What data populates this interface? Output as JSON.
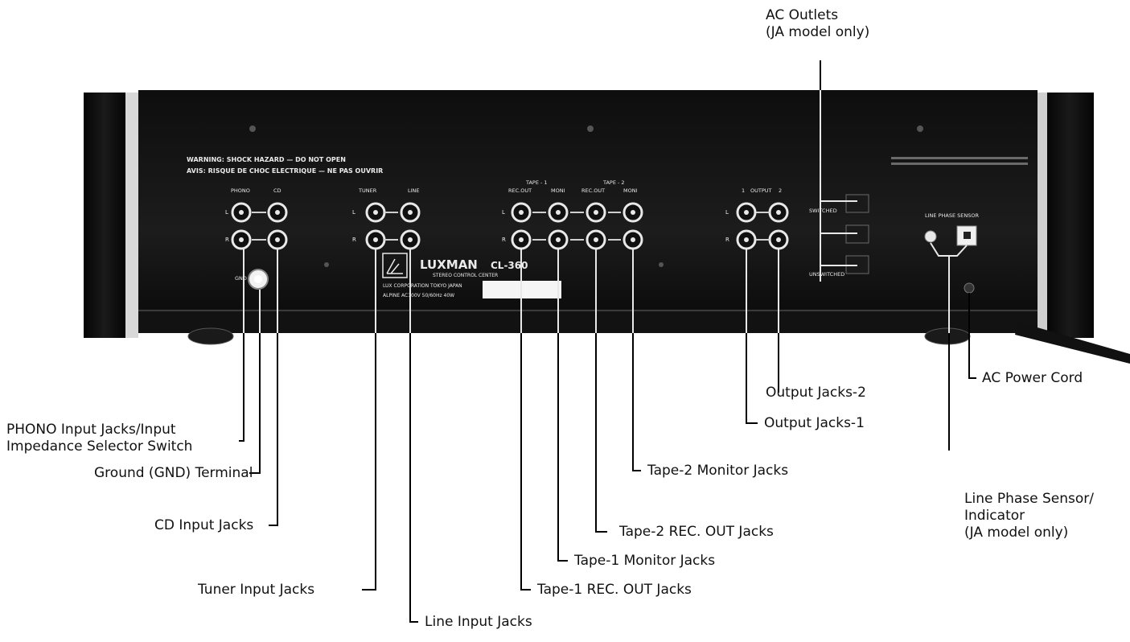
{
  "diagram": {
    "callouts": {
      "ac_outlets": [
        "AC Outlets",
        "(JA model only)"
      ],
      "output_jacks_2": "Output Jacks-2",
      "output_jacks_1": "Output Jacks-1",
      "ac_power_cord": "AC Power Cord",
      "phono": [
        "PHONO Input Jacks/Input",
        "Impedance Selector Switch"
      ],
      "ground": "Ground (GND) Terminal",
      "cd": "CD Input Jacks",
      "tuner": "Tuner Input Jacks",
      "line": "Line Input Jacks",
      "tape1_rec": "Tape-1 REC. OUT Jacks",
      "tape1_monitor": "Tape-1 Monitor Jacks",
      "tape2_rec": "Tape-2 REC. OUT Jacks",
      "tape2_monitor": "Tape-2 Monitor Jacks",
      "line_phase_sensor": [
        "Line Phase Sensor/",
        "Indicator",
        "(JA model only)"
      ]
    },
    "panel": {
      "warning_line1": "WARNING: SHOCK HAZARD — DO NOT OPEN",
      "warning_line2": "AVIS: RISQUE DE CHOC ELECTRIQUE — NE PAS OUVRIR",
      "brand": "LUXMAN",
      "model": "CL-360",
      "subtitle": "STEREO CONTROL CENTER",
      "maker": "LUX CORPORATION  TOKYO JAPAN",
      "rating": "ALPINE  AC100V  50/60Hz  40W",
      "labels": {
        "phono": "PHONO",
        "cd": "CD",
        "tuner": "TUNER",
        "line": "LINE",
        "tape1": "TAPE - 1",
        "tape2": "TAPE - 2",
        "rec_out": "REC.OUT",
        "moni": "MONI",
        "output": "OUTPUT",
        "line_phase_sensor": "LINE PHASE SENSOR",
        "switched": "SWITCHED",
        "unswitched": "UNSWITCHED",
        "gnd": "GND",
        "ch_l": "L",
        "ch_r": "R",
        "out_1": "1",
        "out_2": "2"
      }
    }
  }
}
